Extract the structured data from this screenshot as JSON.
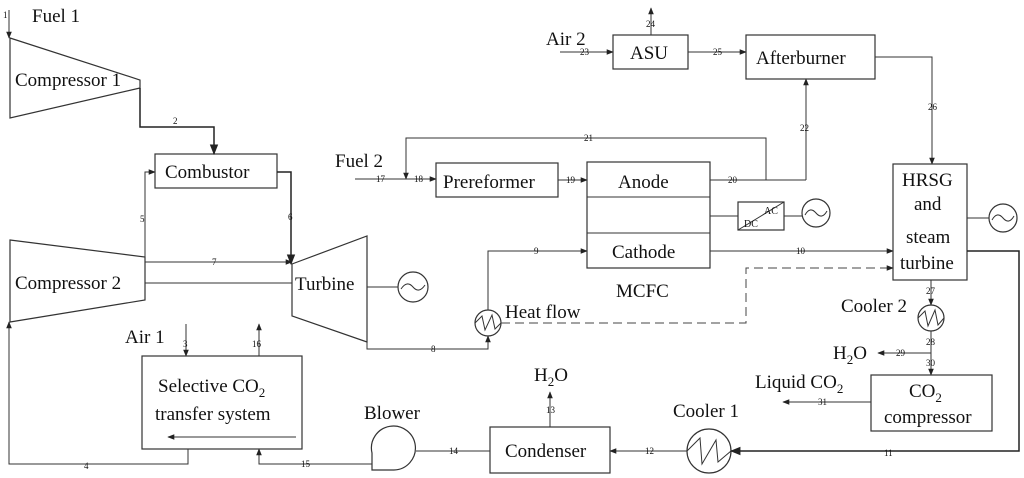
{
  "labels": {
    "fuel1": "Fuel 1",
    "fuel2": "Fuel 2",
    "air1": "Air 1",
    "air2": "Air 2",
    "compressor1": "Compressor 1",
    "compressor2": "Compressor 2",
    "combustor": "Combustor",
    "turbine": "Turbine",
    "asu": "ASU",
    "afterburner": "Afterburner",
    "prereformer": "Prereformer",
    "anode": "Anode",
    "cathode": "Cathode",
    "mcfc": "MCFC",
    "heat_flow": "Heat flow",
    "hrsg_line1": "HRSG",
    "hrsg_line2": "and",
    "hrsg_line3": "steam",
    "hrsg_line4": "turbine",
    "cooler1": "Cooler 1",
    "cooler2": "Cooler 2",
    "blower": "Blower",
    "condenser": "Condenser",
    "selective_line1": "Selective CO",
    "selective_line1_sub": "2",
    "selective_line2": "transfer system",
    "co2_comp_line1": "CO",
    "co2_comp_line1_sub": "2",
    "co2_comp_line2": "compressor",
    "liquid_co2": "Liquid CO",
    "liquid_co2_sub": "2",
    "h2o_a": "H",
    "h2o_a_sub": "2",
    "h2o_a_tail": "O",
    "h2o_b": "H",
    "h2o_b_sub": "2",
    "h2o_b_tail": "O",
    "ac": "AC",
    "dc": "DC"
  },
  "streams": [
    "1",
    "2",
    "3",
    "4",
    "5",
    "6",
    "7",
    "8",
    "9",
    "10",
    "11",
    "12",
    "13",
    "14",
    "15",
    "16",
    "17",
    "18",
    "19",
    "20",
    "21",
    "22",
    "23",
    "24",
    "25",
    "26",
    "27",
    "28",
    "29",
    "30",
    "31"
  ]
}
